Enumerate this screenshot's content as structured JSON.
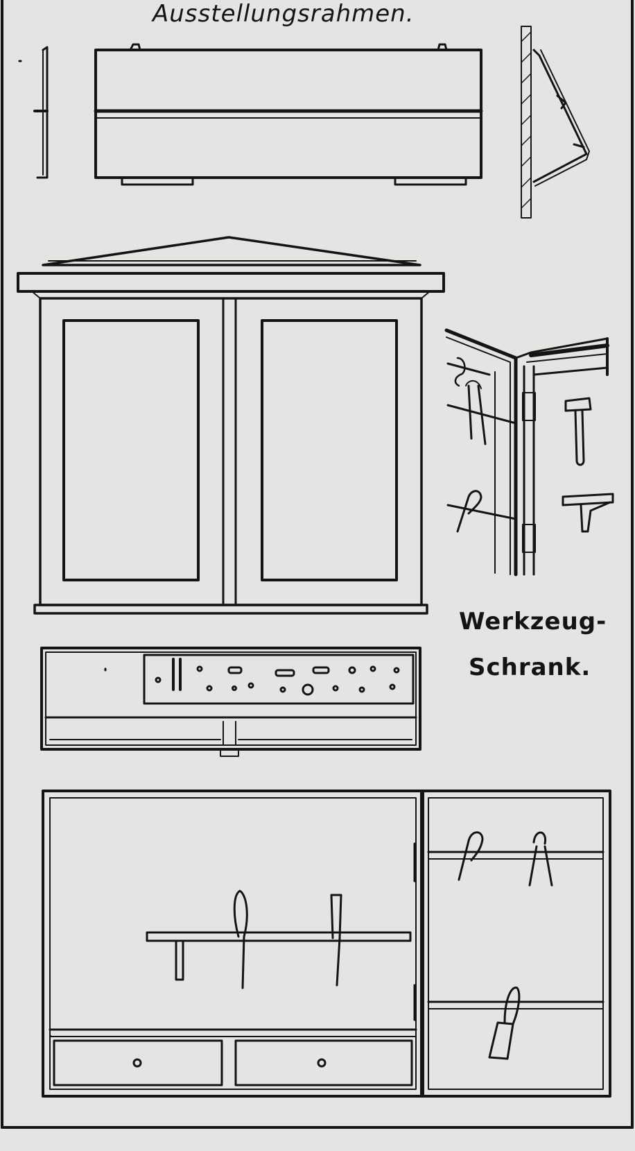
{
  "figure": {
    "title_top": "Ausstellungsrahmen.",
    "label_line1": "Werkzeug-",
    "label_line2": "Schrank."
  },
  "colors": {
    "paper": "#e4e4e2",
    "ink": "#141414"
  }
}
